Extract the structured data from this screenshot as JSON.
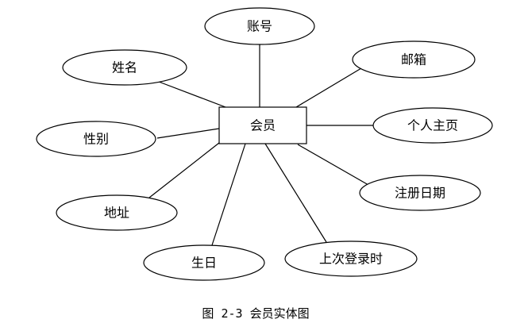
{
  "entity": {
    "name": "会员"
  },
  "attributes": {
    "account": "账号",
    "name": "姓名",
    "email": "邮箱",
    "gender": "性别",
    "homepage": "个人主页",
    "register_date": "注册日期",
    "address": "地址",
    "birthday": "生日",
    "last_login": "上次登录时"
  },
  "caption": "图 2-3 会员实体图"
}
